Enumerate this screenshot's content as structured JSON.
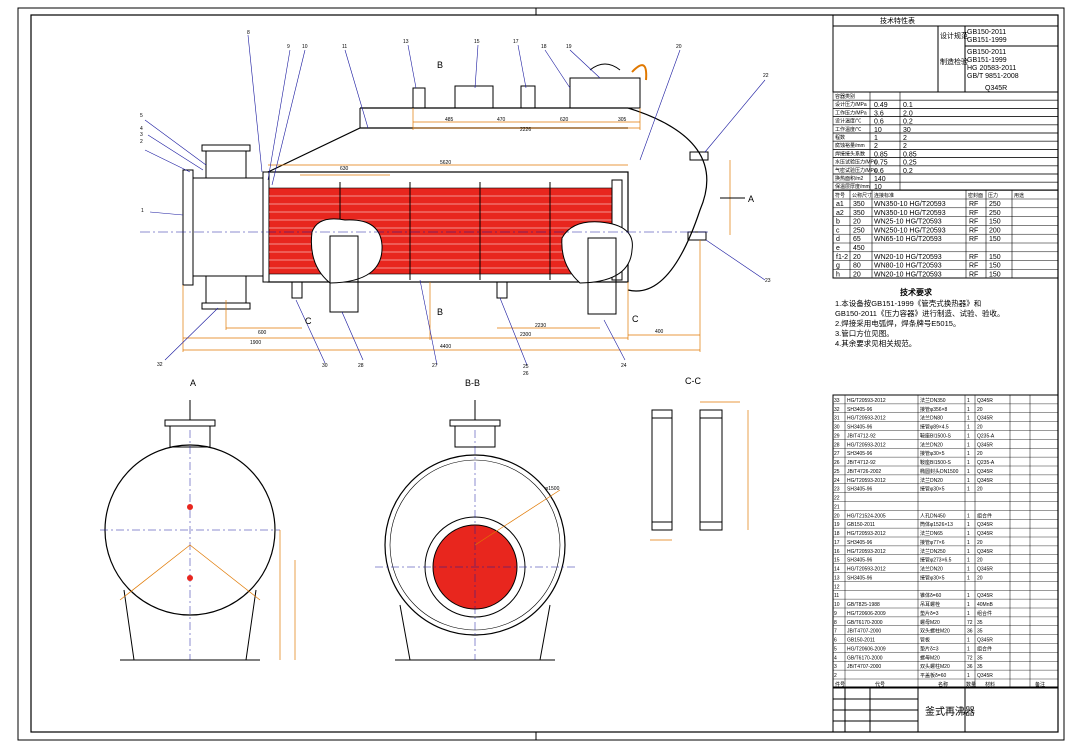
{
  "drawing": {
    "title": "釜式再沸器",
    "view_titles": {
      "a": "A",
      "bb": "B-B",
      "cc": "C-C",
      "b_top": "B",
      "b_bottom": "B",
      "c_left": "C",
      "c_right": "C",
      "a_arrow": "A"
    }
  },
  "colors": {
    "ink": "#000000",
    "accent": "#1a1aa0",
    "dimension": "#e07800",
    "tube_fill": "#e8261e"
  },
  "tech_data": {
    "header": "技术特性表",
    "rows": [
      {
        "label": "容器类别",
        "shell": "",
        "tube": ""
      },
      {
        "label": "设计压力/MPa",
        "shell": "0.49",
        "tube": "0.1"
      },
      {
        "label": "工作压力/MPa",
        "shell": "3.6",
        "tube": "2.0"
      },
      {
        "label": "设计温度/℃",
        "shell": "0.6",
        "tube": "0.2"
      },
      {
        "label": "工作温度/℃",
        "shell": "10",
        "tube": "30"
      },
      {
        "label": "程数",
        "shell": "1",
        "tube": "2"
      },
      {
        "label": "腐蚀裕量/mm",
        "shell": "2",
        "tube": "2"
      },
      {
        "label": "焊接接头系数",
        "shell": "0.85",
        "tube": "0.85"
      },
      {
        "label": "水压试验压力/MPa",
        "shell": "0.75",
        "tube": "0.25"
      },
      {
        "label": "气密试验压力/MPa",
        "shell": "0.6",
        "tube": "0.2"
      },
      {
        "label": "换热面积/m2",
        "shell": "140",
        "tube": ""
      },
      {
        "label": "保温层厚度/mm",
        "shell": "10",
        "tube": ""
      }
    ],
    "design_std_label": "设计规范",
    "design_std": [
      "GB150-2011",
      "GB151-1999"
    ],
    "mfg_std_label": "制造检验",
    "mfg_std": [
      "GB150-2011",
      "GB151-1999",
      "HG 20583-2011",
      "GB/T 9851-2008"
    ],
    "material": "Q345R"
  },
  "nozzles": {
    "headers": [
      "符号",
      "公称尺寸",
      "连接标准",
      "密封面",
      "压力",
      "用途"
    ],
    "rows": [
      {
        "mark": "a1",
        "size": "350",
        "std": "WN350-10 HG/T20593",
        "face": "RF",
        "rating": "250"
      },
      {
        "mark": "a2",
        "size": "350",
        "std": "WN350-10 HG/T20593",
        "face": "RF",
        "rating": "250"
      },
      {
        "mark": "b",
        "size": "20",
        "std": "WN25-10 HG/T20593",
        "face": "RF",
        "rating": "150"
      },
      {
        "mark": "c",
        "size": "250",
        "std": "WN250-10 HG/T20593",
        "face": "RF",
        "rating": "200"
      },
      {
        "mark": "d",
        "size": "65",
        "std": "WN65-10 HG/T20593",
        "face": "RF",
        "rating": "150"
      },
      {
        "mark": "e",
        "size": "450",
        "std": "",
        "face": "",
        "rating": ""
      },
      {
        "mark": "f1-2",
        "size": "20",
        "std": "WN20-10 HG/T20593",
        "face": "RF",
        "rating": "150"
      },
      {
        "mark": "g",
        "size": "80",
        "std": "WN80-10 HG/T20593",
        "face": "RF",
        "rating": "150"
      },
      {
        "mark": "h",
        "size": "20",
        "std": "WN20-10 HG/T20593",
        "face": "RF",
        "rating": "150"
      }
    ]
  },
  "tech_notes": {
    "title": "技术要求",
    "lines": [
      "1.本设备按GB151-1999《管壳式换热器》和",
      "GB150-2011《压力容器》进行制造、试验、验收。",
      "2.焊接采用电弧焊，焊条牌号E5015。",
      "3.管口方位见图。",
      "4.其余要求见相关规范。"
    ]
  },
  "parts": {
    "rows": [
      {
        "no": "33",
        "std": "HG/T20593-2012",
        "name": "法兰DN350",
        "qty": "1",
        "mat": "Q345R"
      },
      {
        "no": "32",
        "std": "SH3405-96",
        "name": "接管φ356×8",
        "qty": "1",
        "mat": "20"
      },
      {
        "no": "31",
        "std": "HG/T20593-2012",
        "name": "法兰DN80",
        "qty": "1",
        "mat": "Q345R"
      },
      {
        "no": "30",
        "std": "SH3405-96",
        "name": "接管φ89×4.5",
        "qty": "1",
        "mat": "20"
      },
      {
        "no": "29",
        "std": "JB/T4712-92",
        "name": "鞍座BI1500-S",
        "qty": "1",
        "mat": "Q235-A"
      },
      {
        "no": "28",
        "std": "HG/T20593-2012",
        "name": "法兰DN20",
        "qty": "1",
        "mat": "Q345R"
      },
      {
        "no": "27",
        "std": "SH3405-96",
        "name": "接管φ30×5",
        "qty": "1",
        "mat": "20"
      },
      {
        "no": "26",
        "std": "JB/T4712-92",
        "name": "鞍座BI1500-S",
        "qty": "1",
        "mat": "Q235-A"
      },
      {
        "no": "25",
        "std": "JB/T4726-2002",
        "name": "椭圆封头DN1500",
        "qty": "1",
        "mat": "Q345R"
      },
      {
        "no": "24",
        "std": "HG/T20593-2012",
        "name": "法兰DN20",
        "qty": "1",
        "mat": "Q345R"
      },
      {
        "no": "23",
        "std": "SH3405-96",
        "name": "接管φ30×5",
        "qty": "1",
        "mat": "20"
      },
      {
        "no": "22",
        "std": "",
        "name": "",
        "qty": "",
        "mat": ""
      },
      {
        "no": "21",
        "std": "",
        "name": "",
        "qty": "",
        "mat": ""
      },
      {
        "no": "20",
        "std": "HG/T21524-2005",
        "name": "人孔DN450",
        "qty": "1",
        "mat": "组合件"
      },
      {
        "no": "19",
        "std": "GB150-2011",
        "name": "筒体φ1526×13",
        "qty": "1",
        "mat": "Q345R"
      },
      {
        "no": "18",
        "std": "HG/T20593-2012",
        "name": "法兰DN65",
        "qty": "1",
        "mat": "Q345R"
      },
      {
        "no": "17",
        "std": "SH3405-96",
        "name": "接管φ77×6",
        "qty": "1",
        "mat": "20"
      },
      {
        "no": "16",
        "std": "HG/T20593-2012",
        "name": "法兰DN250",
        "qty": "1",
        "mat": "Q345R"
      },
      {
        "no": "15",
        "std": "SH3405-96",
        "name": "接管φ273×6.5",
        "qty": "1",
        "mat": "20"
      },
      {
        "no": "14",
        "std": "HG/T20593-2012",
        "name": "法兰DN20",
        "qty": "1",
        "mat": "Q345R"
      },
      {
        "no": "13",
        "std": "SH3405-96",
        "name": "接管φ30×5",
        "qty": "1",
        "mat": "20"
      },
      {
        "no": "12",
        "std": "",
        "name": "",
        "qty": "",
        "mat": ""
      },
      {
        "no": "11",
        "std": "",
        "name": "锥体δ=60",
        "qty": "1",
        "mat": "Q345R"
      },
      {
        "no": "10",
        "std": "GB/T825-1988",
        "name": "吊耳螺栓",
        "qty": "1",
        "mat": "40MnB"
      },
      {
        "no": "9",
        "std": "HG/T20606-2009",
        "name": "垫片δ=3",
        "qty": "1",
        "mat": "组合件"
      },
      {
        "no": "8",
        "std": "GB/T6170-2000",
        "name": "螺母M20",
        "qty": "72",
        "mat": "35"
      },
      {
        "no": "7",
        "std": "JB/T4707-2000",
        "name": "双头螺柱M20",
        "qty": "36",
        "mat": "35"
      },
      {
        "no": "6",
        "std": "GB150-2011",
        "name": "管板",
        "qty": "1",
        "mat": "Q345R"
      },
      {
        "no": "5",
        "std": "HG/T20606-2009",
        "name": "垫片δ=3",
        "qty": "1",
        "mat": "组合件"
      },
      {
        "no": "4",
        "std": "GB/T6170-2000",
        "name": "螺母M20",
        "qty": "72",
        "mat": "35"
      },
      {
        "no": "3",
        "std": "JB/T4707-2000",
        "name": "双头螺柱M20",
        "qty": "36",
        "mat": "35"
      },
      {
        "no": "2",
        "std": "",
        "name": "平盖板δ=60",
        "qty": "1",
        "mat": "Q345R"
      }
    ],
    "footer": {
      "no": "件号",
      "std": "代号",
      "name": "名称",
      "qty": "数量",
      "mat": "材料",
      "note": "备注"
    }
  },
  "callouts": [
    {
      "n": "1",
      "side": "left"
    },
    {
      "n": "2"
    },
    {
      "n": "3"
    },
    {
      "n": "4"
    },
    {
      "n": "5"
    },
    {
      "n": "8"
    },
    {
      "n": "9"
    },
    {
      "n": "10"
    },
    {
      "n": "11"
    },
    {
      "n": "13"
    },
    {
      "n": "15"
    },
    {
      "n": "17"
    },
    {
      "n": "18"
    },
    {
      "n": "19"
    },
    {
      "n": "20"
    },
    {
      "n": "22"
    },
    {
      "n": "23"
    },
    {
      "n": "24"
    },
    {
      "n": "25"
    },
    {
      "n": "26"
    },
    {
      "n": "27"
    },
    {
      "n": "28"
    },
    {
      "n": "30"
    },
    {
      "n": "32"
    }
  ],
  "dimensions": {
    "total": "4400",
    "d1": "1900",
    "d2": "2300",
    "d3": "400",
    "d4": "600",
    "d5": "2230",
    "d6": "2226",
    "d7": "5620",
    "d8": "485",
    "d9": "470",
    "d10": "620",
    "d11": "305",
    "d12": "630",
    "shell_dia": "φ1500"
  }
}
